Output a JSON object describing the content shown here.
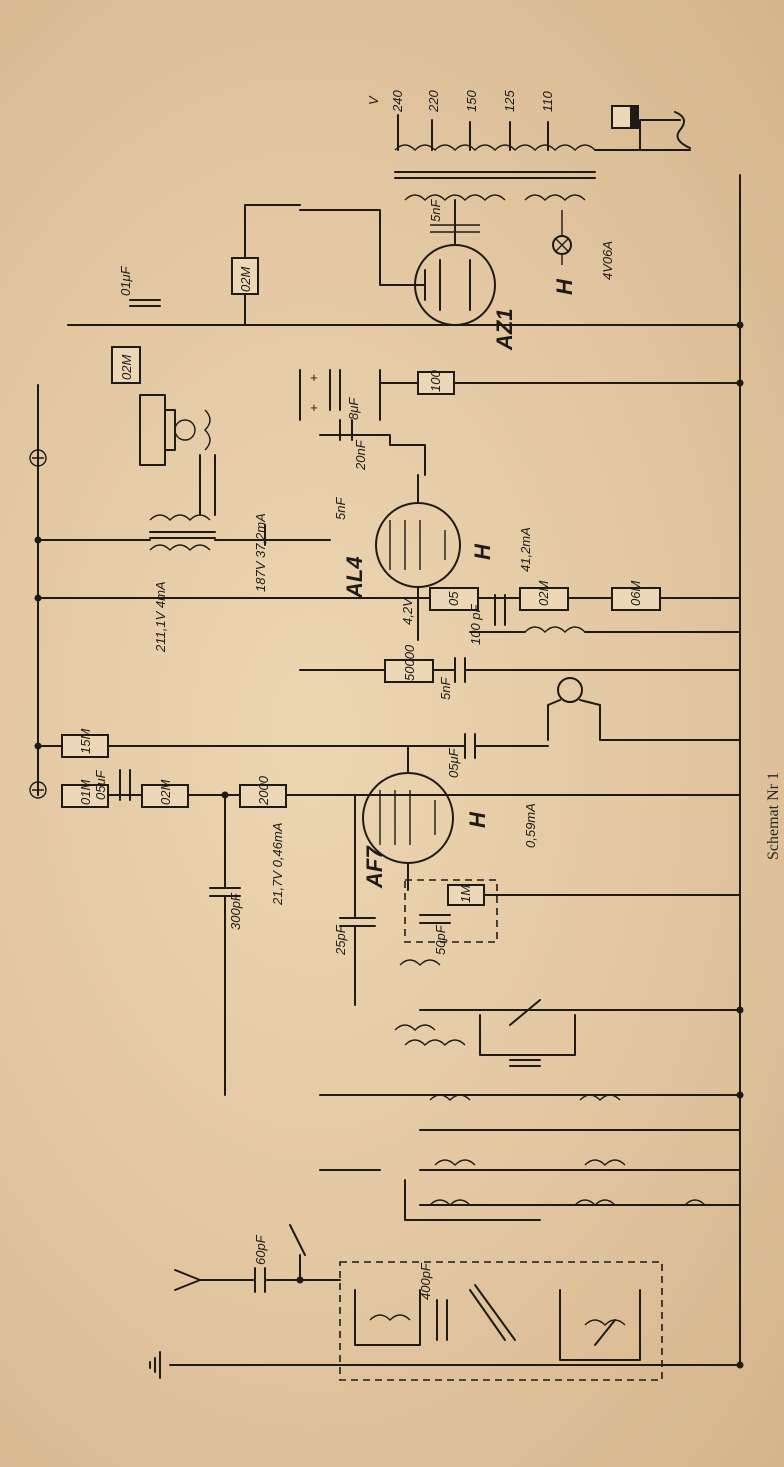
{
  "caption": "Schemat Nr 1",
  "tubes": {
    "rectifier": "AZ1",
    "output": "AL4",
    "detector": "AF7",
    "heater": "H"
  },
  "mains_taps": {
    "unit": "V",
    "t240": "240",
    "t220": "220",
    "t150": "150",
    "t125": "125",
    "t110": "110"
  },
  "pilot_lamp": "4V06A",
  "resistors": {
    "r_hv_drop": "02M",
    "r_speaker": "02M",
    "r_filter": "100",
    "r_cathode_out": "05",
    "r_grid_out": "02M",
    "r_leak_out": "06M",
    "r_coupling": "50000",
    "r_screen": "15M",
    "r_detector": "01M",
    "r_grid_det": "02M",
    "r_decouple": "2000",
    "r_det_grid": "1M"
  },
  "capacitors": {
    "c_tone": "01μF",
    "c_filter": "8μF",
    "c_hv": "5nF",
    "c_audio": "20nF",
    "c_out_grid": "5nF",
    "c_grid": "100 pF",
    "c_coupling": "5nF",
    "c_screen": "05μF",
    "c_det": "05μF",
    "c_rf": "300pF",
    "c_fb": "25pF",
    "c_grid_det": "50pF",
    "c_ant": "60pF",
    "c_band": "400pF"
  },
  "readings": {
    "out_screen": "187V\n37,2mA",
    "out_cathode": "4,2V",
    "out_anode": "41,2mA",
    "supply": "211,1V 4mA",
    "det_screen": "21,7V 0,46mA",
    "det_anode": "0,59mA"
  }
}
